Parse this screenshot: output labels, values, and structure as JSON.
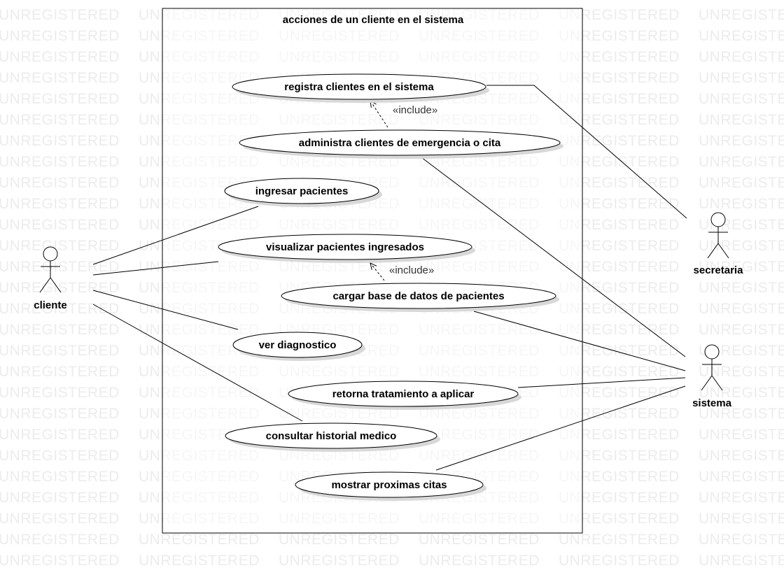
{
  "watermark": "UNREGISTERED",
  "system": {
    "title": "acciones de un cliente en el sistema"
  },
  "actors": [
    {
      "id": "cliente",
      "label": "cliente"
    },
    {
      "id": "secretaria",
      "label": "secretaria"
    },
    {
      "id": "sistema",
      "label": "sistema"
    }
  ],
  "usecases": [
    {
      "id": "uc1",
      "label": "registra clientes en el sistema"
    },
    {
      "id": "uc2",
      "label": "administra clientes de emergencia o cita"
    },
    {
      "id": "uc3",
      "label": "ingresar pacientes"
    },
    {
      "id": "uc4",
      "label": "visualizar pacientes ingresados"
    },
    {
      "id": "uc5",
      "label": "cargar base de datos de pacientes"
    },
    {
      "id": "uc6",
      "label": "ver diagnostico"
    },
    {
      "id": "uc7",
      "label": "retorna tratamiento a aplicar"
    },
    {
      "id": "uc8",
      "label": "consultar historial medico"
    },
    {
      "id": "uc9",
      "label": "mostrar proximas citas"
    }
  ],
  "includes": [
    {
      "from": "uc2",
      "to": "uc1",
      "label": "«include»"
    },
    {
      "from": "uc5",
      "to": "uc4",
      "label": "«include»"
    }
  ],
  "associations": [
    {
      "actor": "cliente",
      "usecase": "uc3"
    },
    {
      "actor": "cliente",
      "usecase": "uc4"
    },
    {
      "actor": "cliente",
      "usecase": "uc6"
    },
    {
      "actor": "cliente",
      "usecase": "uc8"
    },
    {
      "actor": "secretaria",
      "usecase": "uc1"
    },
    {
      "actor": "sistema",
      "usecase": "uc2"
    },
    {
      "actor": "sistema",
      "usecase": "uc5"
    },
    {
      "actor": "sistema",
      "usecase": "uc7"
    },
    {
      "actor": "sistema",
      "usecase": "uc9"
    }
  ]
}
